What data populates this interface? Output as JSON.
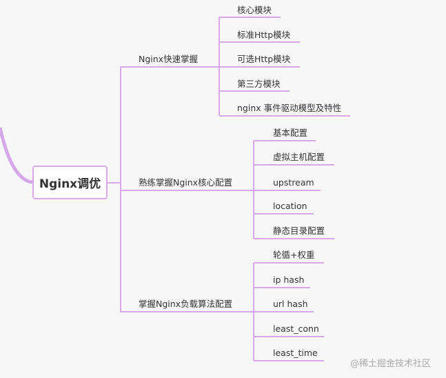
{
  "root": {
    "label": "Nginx调优"
  },
  "branches": [
    {
      "label": "Nginx快速掌握",
      "children": [
        "核心模块",
        "标准Http模块",
        "可选Http模块",
        "第三方模块",
        "nginx 事件驱动模型及特性"
      ]
    },
    {
      "label": "熟练掌握Nginx核心配置",
      "children": [
        "基本配置",
        "虚拟主机配置",
        "upstream",
        "location",
        "静态目录配置"
      ]
    },
    {
      "label": "掌握Nginx负载算法配置",
      "children": [
        "轮循+权重",
        "ip hash",
        "url hash",
        "least_conn",
        "least_time"
      ]
    }
  ],
  "watermark": "@稀土掘金技术社区",
  "colors": {
    "line": "#d6a8ea",
    "background": "#f7f7f8"
  }
}
